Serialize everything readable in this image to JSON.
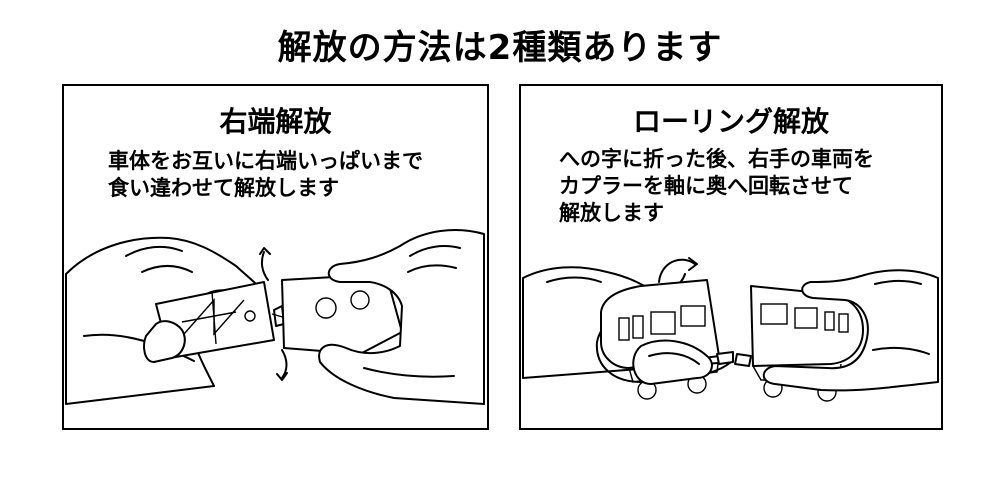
{
  "page": {
    "title": "解放の方法は2種類あります"
  },
  "panels": [
    {
      "title": "右端解放",
      "lines": [
        "車体をお互いに右端いっぱいまで",
        "食い違わせて解放します"
      ]
    },
    {
      "title": "ローリング解放",
      "lines": [
        "への字に折った後、右手の車両を",
        "カプラーを軸に奥へ回転させて",
        "解放します"
      ]
    }
  ],
  "icons": {
    "left_illustration": "hands-holding-offset-train-cars",
    "right_illustration": "hands-rolling-train-cars-apart"
  }
}
